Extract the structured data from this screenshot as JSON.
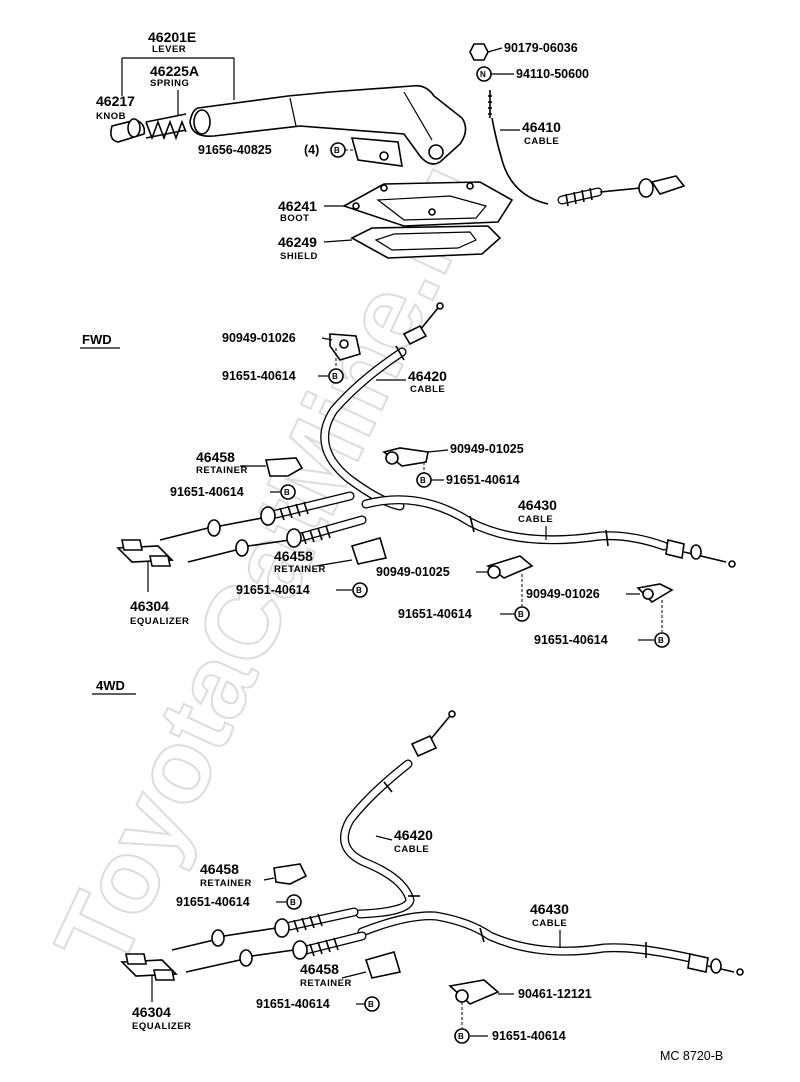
{
  "watermark": "ToyotaCatMine.ru",
  "diagram_code": "MC 8720-B",
  "sections": {
    "fwd": "FWD",
    "awd": "4WD"
  },
  "markers": {
    "b": "B",
    "n": "N"
  },
  "lever_group": {
    "lever": {
      "number": "46201E",
      "name": "LEVER"
    },
    "spring": {
      "number": "46225A",
      "name": "SPRING"
    },
    "knob": {
      "number": "46217",
      "name": "KNOB"
    },
    "bolt": {
      "number": "91656-40825",
      "qty": "(4)"
    },
    "boot": {
      "number": "46241",
      "name": "BOOT"
    },
    "shield": {
      "number": "46249",
      "name": "SHIELD"
    },
    "nut": {
      "number": "90179-06036"
    },
    "nut_n": {
      "number": "94110-50600"
    },
    "front_cable": {
      "number": "46410",
      "name": "CABLE"
    }
  },
  "fwd_group": {
    "clamp_a": "90949-01026",
    "bolt_a": "91651-40614",
    "cable_a": {
      "number": "46420",
      "name": "CABLE"
    },
    "clamp_b": "90949-01025",
    "bolt_b": "91651-40614",
    "retainer_1": {
      "number": "46458",
      "name": "RETAINER"
    },
    "bolt_r1": "91651-40614",
    "cable_b": {
      "number": "46430",
      "name": "CABLE"
    },
    "retainer_2": {
      "number": "46458",
      "name": "RETAINER"
    },
    "bolt_r2": "91651-40614",
    "clamp_c": "90949-01025",
    "bolt_c": "91651-40614",
    "clamp_d": "90949-01026",
    "bolt_d": "91651-40614",
    "equalizer": {
      "number": "46304",
      "name": "EQUALIZER"
    }
  },
  "awd_group": {
    "cable_a": {
      "number": "46420",
      "name": "CABLE"
    },
    "retainer_1": {
      "number": "46458",
      "name": "RETAINER"
    },
    "bolt_r1": "91651-40614",
    "cable_b": {
      "number": "46430",
      "name": "CABLE"
    },
    "retainer_2": {
      "number": "46458",
      "name": "RETAINER"
    },
    "bolt_r2": "91651-40614",
    "clamp": "90461-12121",
    "bolt_c": "91651-40614",
    "equalizer": {
      "number": "46304",
      "name": "EQUALIZER"
    }
  }
}
